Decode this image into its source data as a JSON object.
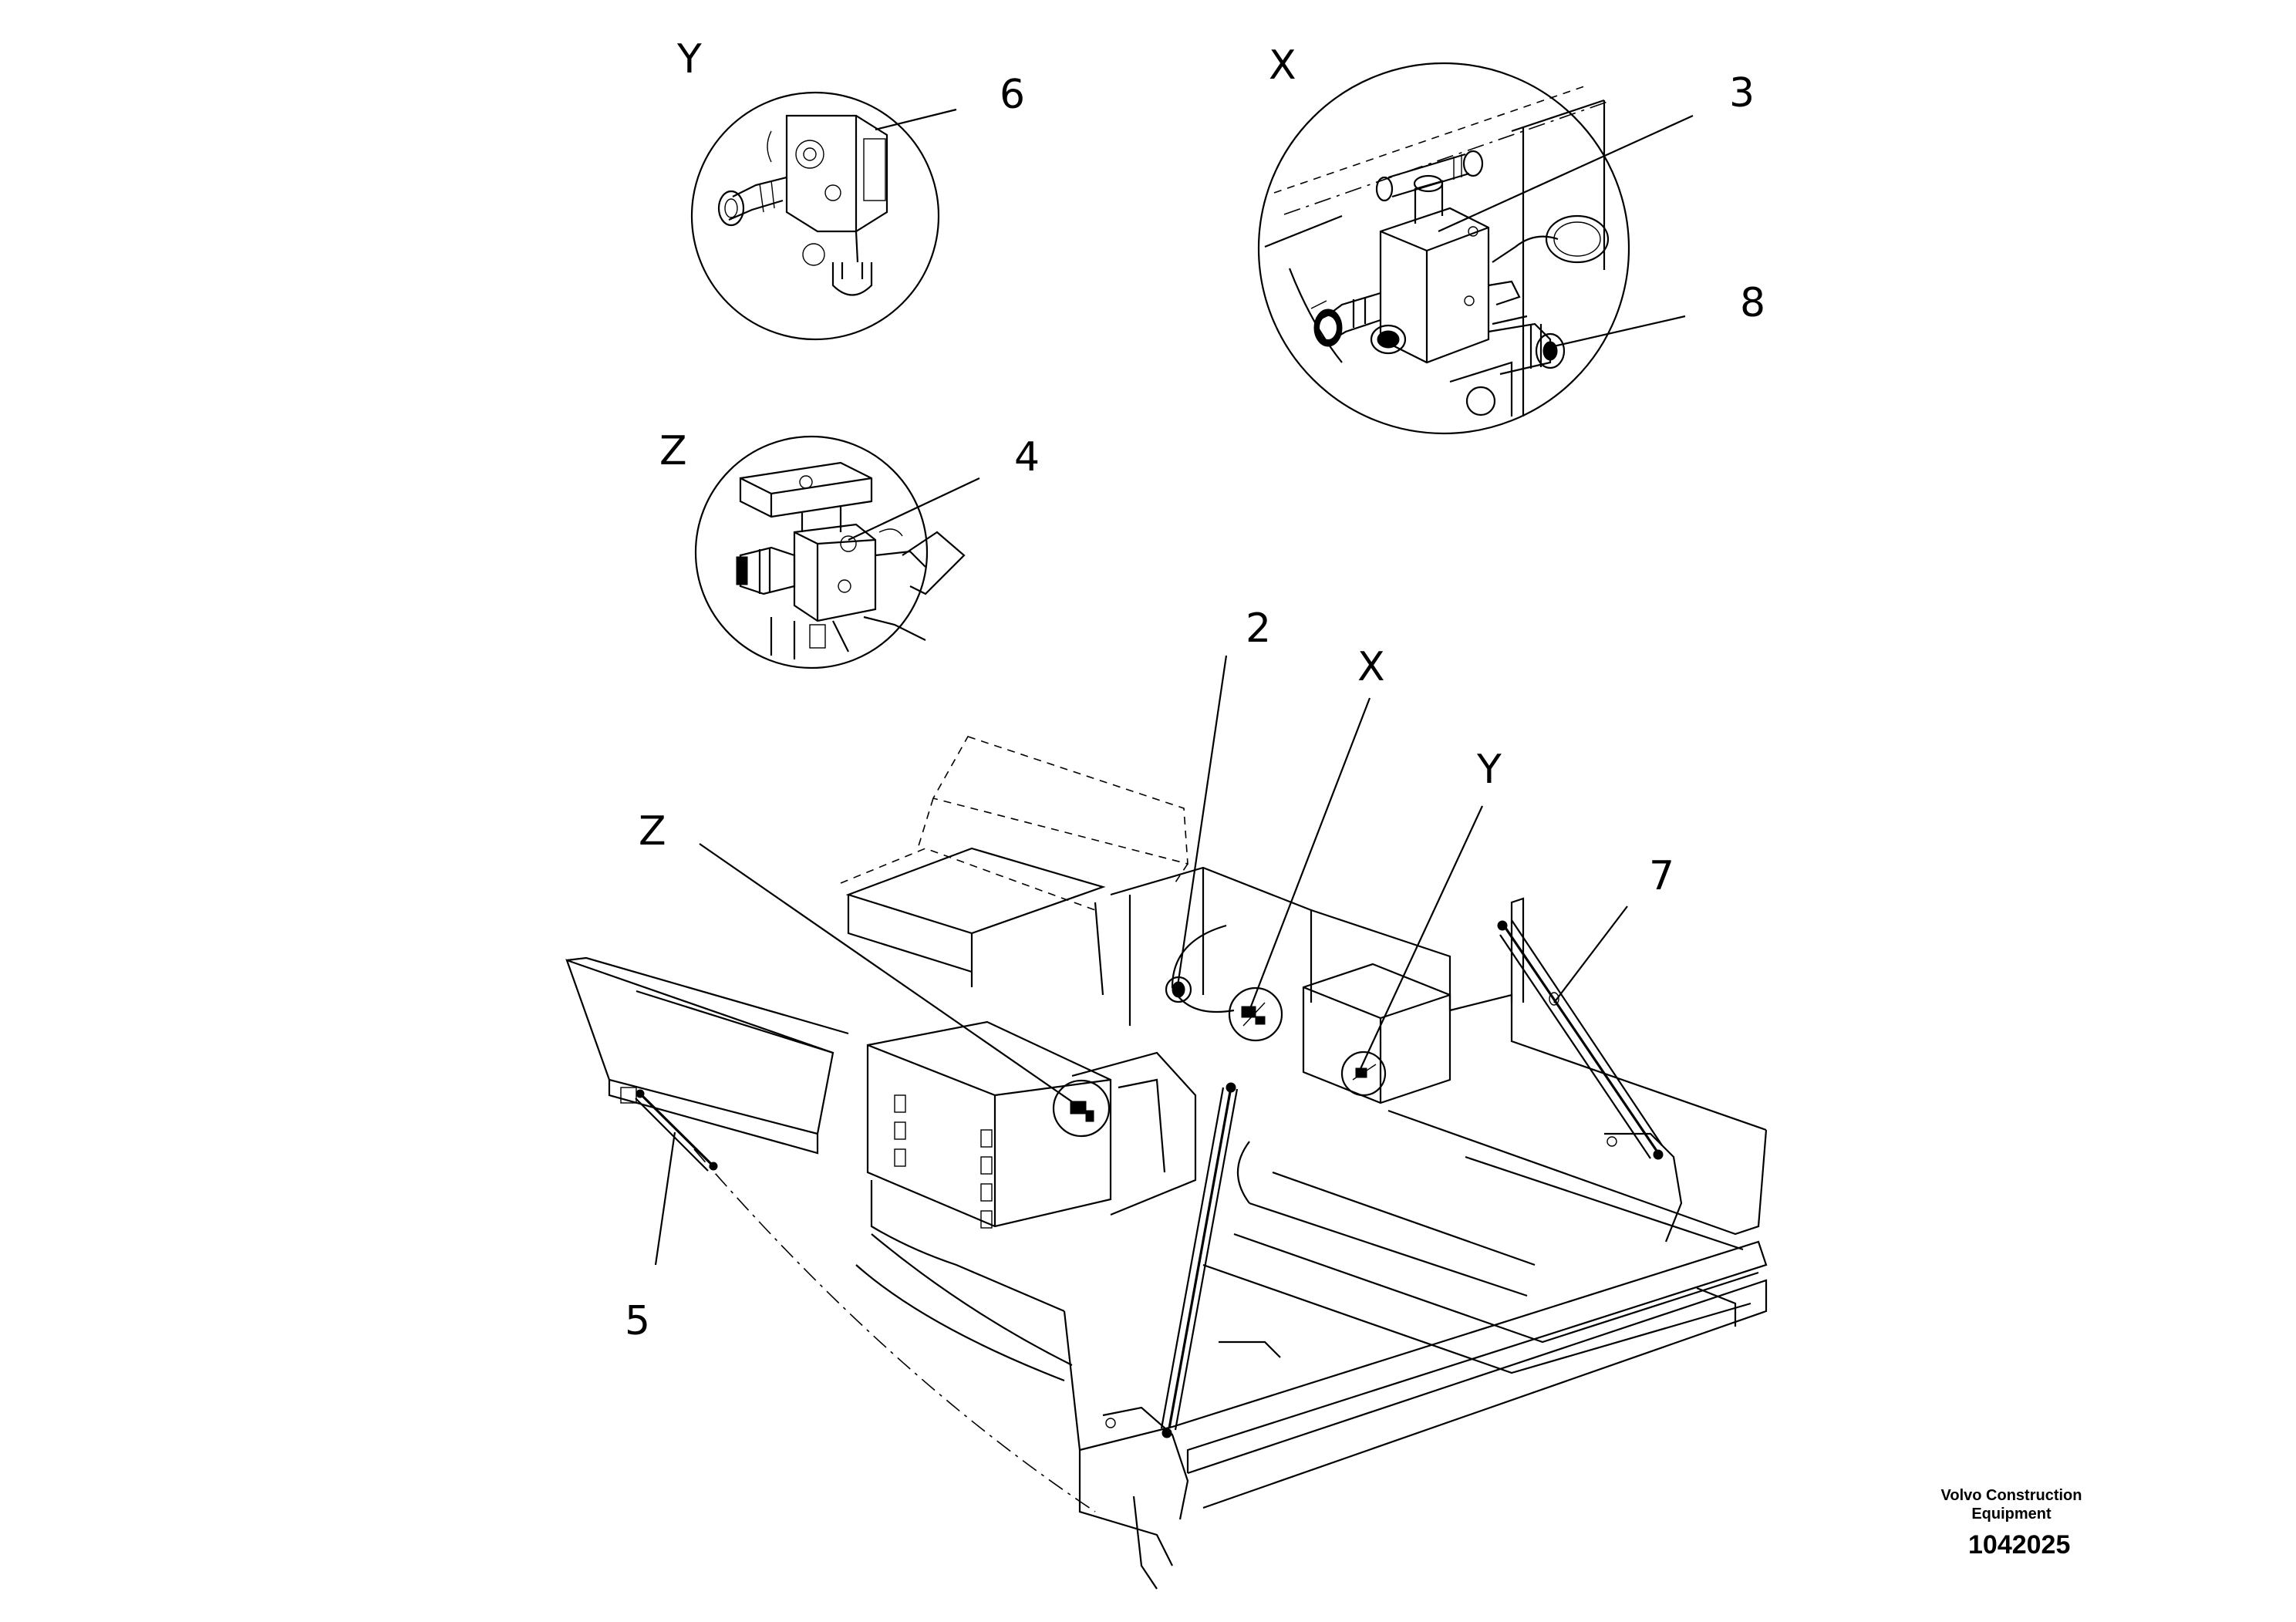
{
  "callouts": {
    "detail_y_letter": "Y",
    "detail_y_part": "6",
    "detail_x_letter": "X",
    "detail_x_part_a": "3",
    "detail_x_part_b": "8",
    "detail_z_letter": "Z",
    "detail_z_part": "4",
    "main_part_2": "2",
    "main_ref_x": "X",
    "main_ref_y": "Y",
    "main_ref_z": "Z",
    "main_part_7": "7",
    "main_part_5": "5"
  },
  "footer": {
    "brand_line1": "Volvo Construction",
    "brand_line2": "Equipment",
    "drawing_number": "1042025"
  }
}
